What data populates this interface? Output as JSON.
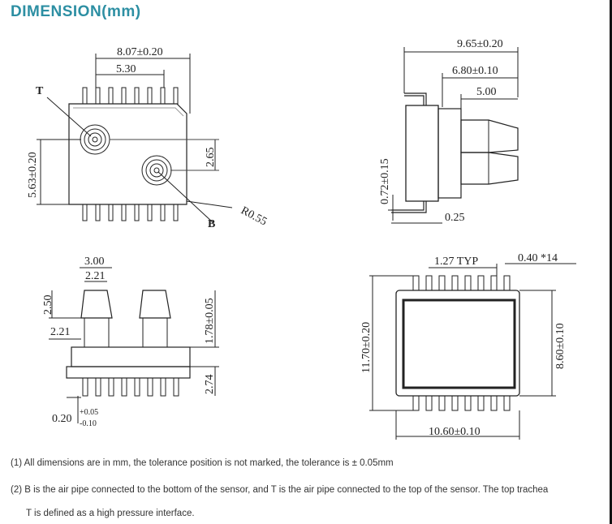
{
  "title": "DIMENSION(mm)",
  "top_view": {
    "width": "8.07±0.20",
    "pitch_span": "5.30",
    "height": "5.63±0.20",
    "port_offset": "2.65",
    "radius": "R0.55",
    "port_top": "T",
    "port_bottom": "B"
  },
  "side_view": {
    "overall_length": "9.65±0.20",
    "body_to_tip": "6.80±0.10",
    "nozzle_length": "5.00",
    "thickness": "0.72±0.15",
    "lead_thickness": "0.25"
  },
  "front_view": {
    "nozzle_outer": "3.00",
    "nozzle_inner": "2.21",
    "nozzle_top": "2.50",
    "nozzle_base": "2.21",
    "nozzle_height": "1.78±0.05",
    "body_height": "2.74",
    "lead_thickness": "0.20",
    "tol_plus": "+0.05",
    "tol_minus": "-0.10"
  },
  "bottom_view": {
    "pitch": "1.27 TYP",
    "lead_width": "0.40 *14",
    "overall_height": "11.70±0.20",
    "body_height": "8.60±0.10",
    "body_width": "10.60±0.10"
  },
  "notes": [
    "(1) All dimensions are in mm, the tolerance position is not marked, the tolerance is ± 0.05mm",
    "(2) B is the air pipe connected to the bottom of the sensor, and T is the air pipe connected to the top of the sensor. The top trachea",
    "T is defined as a high pressure interface."
  ]
}
